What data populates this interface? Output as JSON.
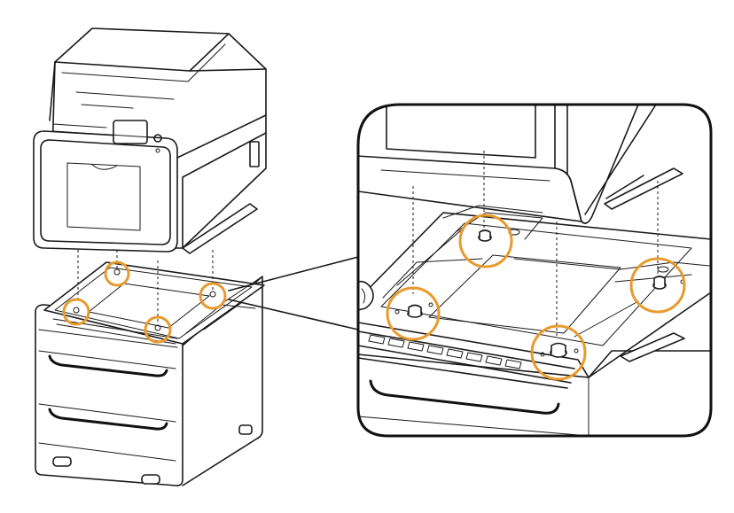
{
  "diagram": {
    "type": "installation-illustration",
    "highlight_color": "#E89A2C",
    "line_color": "#1A1A1A",
    "background_color": "#FFFFFF",
    "highlight_count_overview": 4,
    "highlight_count_detail": 4
  }
}
